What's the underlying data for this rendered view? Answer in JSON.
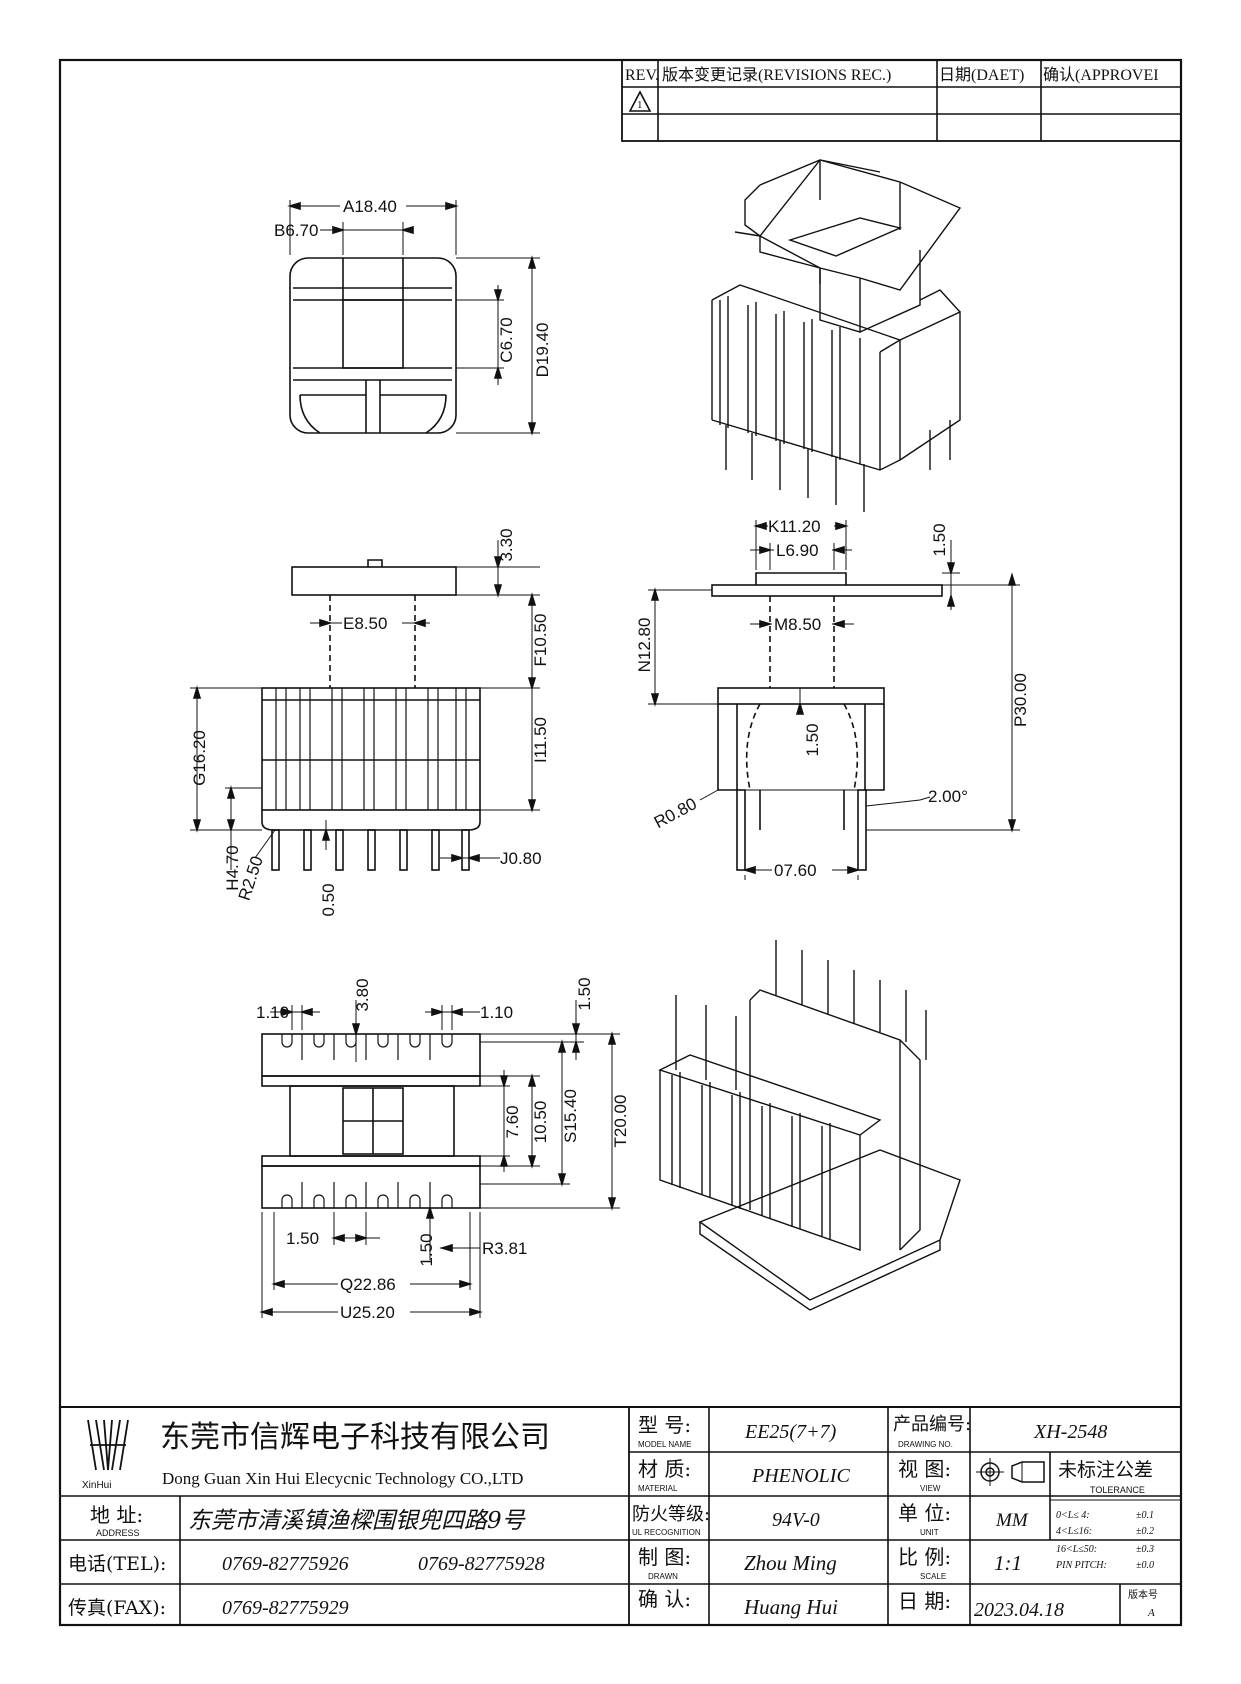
{
  "revisions": {
    "header": [
      "REV.",
      "版本变更记录(REVISIONS REC.)",
      "日期(DAET)",
      "确认(APPROVEI"
    ],
    "symbol": "1"
  },
  "dims": {
    "top_view": [
      "A18.40",
      "B6.70",
      "C6.70",
      "D19.40"
    ],
    "front_view": [
      "3.30",
      "E8.50",
      "F10.50",
      "I11.50",
      "G16.20",
      "H4.70",
      "R2.50",
      "0.50",
      "J0.80"
    ],
    "side_view": [
      "K11.20",
      "L6.90",
      "1.50",
      "N12.80",
      "M8.50",
      "1.50",
      "P30.00",
      "2.00°",
      "R0.80",
      "07.60"
    ],
    "bottom_view": [
      "1.10",
      "3.80",
      "1.10",
      "1.50",
      "7.60",
      "10.50",
      "S15.40",
      "T20.00",
      "1.50",
      "1.50",
      "R3.81",
      "Q22.86",
      "U25.20"
    ]
  },
  "title_block": {
    "company_cn": "东莞市信辉电子科技有限公司",
    "company_en": "Dong Guan Xin Hui Elecycnic Technology CO.,LTD",
    "logo_text": "XinHui",
    "address_label": "地  址:",
    "address_label_en": "ADDRESS",
    "address": "东莞市清溪镇渔樑围银兜四路9号",
    "tel_label": "电话(TEL):",
    "tel1": "0769-82775926",
    "tel2": "0769-82775928",
    "fax_label": "传真(FAX):",
    "fax": "0769-82775929",
    "model_label": "型  号:",
    "model_label_en": "MODEL NAME",
    "model": "EE25(7+7)",
    "material_label": "材  质:",
    "material_label_en": "MATERIAL",
    "material": "PHENOLIC",
    "ul_label": "防火等级:",
    "ul_label_en": "UL RECOGNITION",
    "ul": "94V-0",
    "drawn_label": "制  图:",
    "drawn_label_en": "DRAWN",
    "drawn": "Zhou Ming",
    "check_label": "确  认:",
    "check": "Huang Hui",
    "drawing_no_label": "产品编号:",
    "drawing_no_label_en": "DRAWING NO.",
    "drawing_no": "XH-2548",
    "view_label": "视  图:",
    "view_label_en": "VIEW",
    "unit_label": "单  位:",
    "unit_label_en": "UNIT",
    "unit": "MM",
    "scale_label": "比  例:",
    "scale_label_en": "SCALE",
    "scale": "1:1",
    "date_label": "日  期:",
    "date": "2023.04.18",
    "tolerance_cn": "未标注公差",
    "tolerance_en": "TOLERANCE",
    "tol_rows": [
      [
        "0<L≤ 4:",
        "±0.1"
      ],
      [
        "4<L≤16:",
        "±0.2"
      ],
      [
        "16<L≤50:",
        "±0.3"
      ],
      [
        "PIN PITCH:",
        "±0.0"
      ]
    ],
    "version_label": "版本号",
    "version": "A"
  }
}
